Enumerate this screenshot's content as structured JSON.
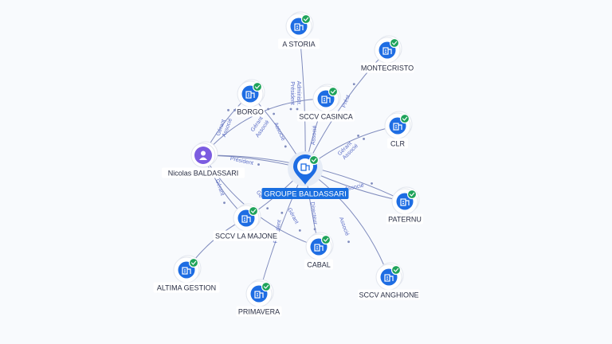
{
  "center": {
    "label": "GROUPE BALDASSARI",
    "icon": "building-icon",
    "verified": true
  },
  "person": {
    "label": "Nicolas BALDASSARI",
    "icon": "person-icon"
  },
  "companies": [
    {
      "id": "a-storia",
      "label": "A STORIA",
      "icon": "building-icon",
      "verified": true
    },
    {
      "id": "montecristo",
      "label": "MONTECRISTO",
      "icon": "building-icon",
      "verified": true
    },
    {
      "id": "borgo",
      "label": "BORGO",
      "icon": "building-icon",
      "verified": true
    },
    {
      "id": "sccv-casinca",
      "label": "SCCV CASINCA",
      "icon": "building-icon",
      "verified": true
    },
    {
      "id": "clr",
      "label": "CLR",
      "icon": "building-icon",
      "verified": true
    },
    {
      "id": "paternu",
      "label": "PATERNU",
      "icon": "building-icon",
      "verified": true
    },
    {
      "id": "sccv-la-majone",
      "label": "SCCV LA MAJONE",
      "icon": "building-icon",
      "verified": true
    },
    {
      "id": "cabal",
      "label": "CABAL",
      "icon": "building-icon",
      "verified": true
    },
    {
      "id": "altima-gestion",
      "label": "ALTIMA GESTION",
      "icon": "building-icon",
      "verified": true
    },
    {
      "id": "primavera",
      "label": "PRIMAVERA",
      "icon": "building-icon",
      "verified": true
    },
    {
      "id": "sccv-anghione",
      "label": "SCCV ANGHIONE",
      "icon": "building-icon",
      "verified": true
    }
  ],
  "relations": [
    {
      "id": "a-storia",
      "label": "Président"
    },
    {
      "id": "a-storia-2",
      "label": "Administr."
    },
    {
      "id": "montecristo",
      "label": "Prést"
    },
    {
      "id": "borgo-person",
      "label": "Gérant"
    },
    {
      "id": "borgo-person-2",
      "label": "Associé"
    },
    {
      "id": "borgo-center",
      "label": "Gérant"
    },
    {
      "id": "borgo-center-2",
      "label": "Associé"
    },
    {
      "id": "borgo-center-3",
      "label": "Associé"
    },
    {
      "id": "casinca",
      "label": "Associé"
    },
    {
      "id": "clr",
      "label": "Gérant"
    },
    {
      "id": "clr-2",
      "label": "Associé"
    },
    {
      "id": "person-center",
      "label": "Président"
    },
    {
      "id": "paternu",
      "label": "Associé"
    },
    {
      "id": "majone-person",
      "label": "Gérant"
    },
    {
      "id": "majone-center",
      "label": "Gé"
    },
    {
      "id": "cabal",
      "label": "Gérant"
    },
    {
      "id": "cabal-2",
      "label": "Directeur"
    },
    {
      "id": "primavera",
      "label": "Président"
    },
    {
      "id": "anghione",
      "label": "Associé"
    }
  ],
  "colors": {
    "accent": "#1e6de3",
    "verified": "#1ea35a",
    "person": "#7c5ce0",
    "edge": "#7f8bbd",
    "edge_label": "#5d6fc7"
  }
}
